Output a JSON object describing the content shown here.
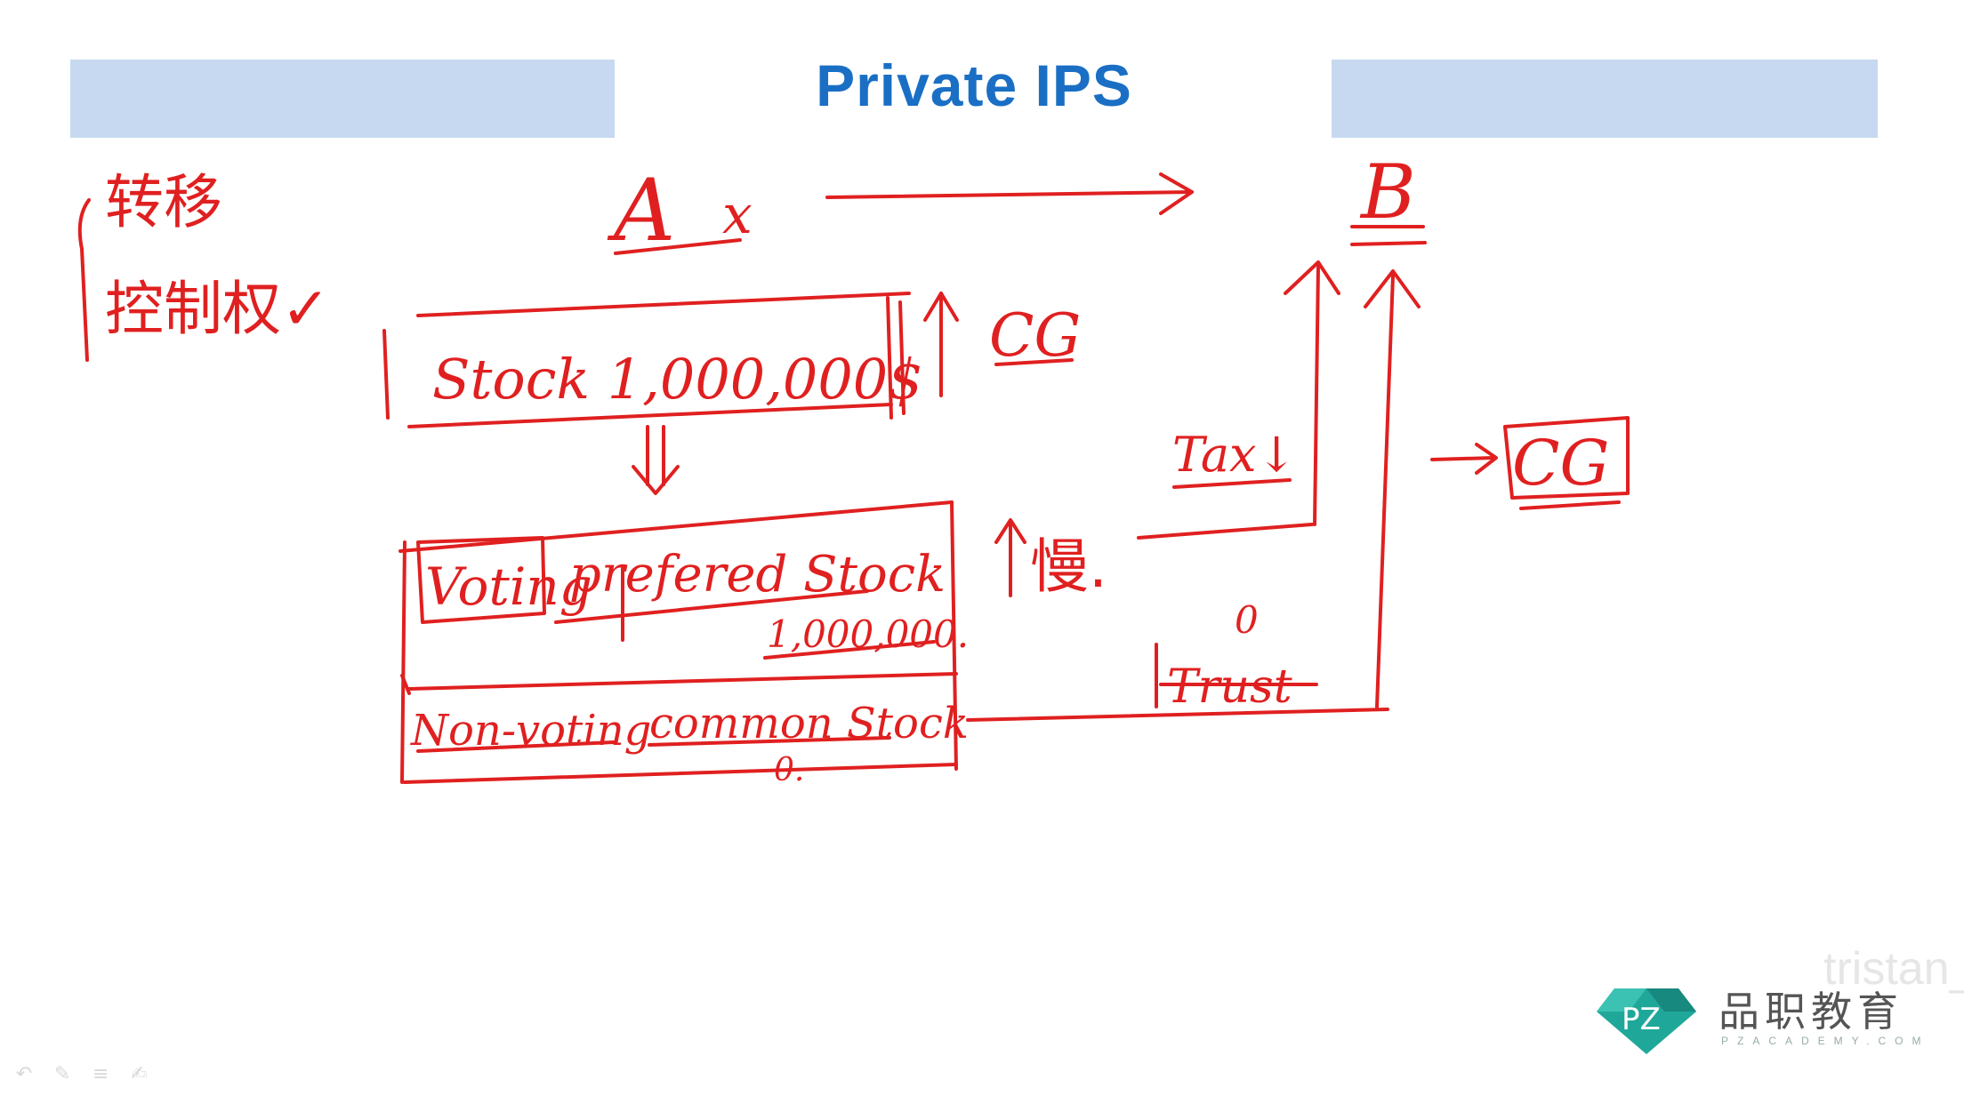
{
  "slide": {
    "title": "Private IPS"
  },
  "annotations": {
    "chinese_1": "转移",
    "chinese_2": "控制权✓",
    "party_a": "A",
    "cross_mark": "x",
    "party_b": "B",
    "stock_box": "Stock  1,000,000$",
    "cg_top": "CG",
    "voting": "Voting",
    "preferred": "prefered Stock",
    "preferred_amount": "1,000,000.",
    "non_voting": "Non-voting",
    "common": "common Stock",
    "common_value": "0.",
    "slow_mark": "慢.",
    "tax": "Tax↓",
    "zero_mark": "0",
    "trust": "Trust",
    "cg_right": "CG"
  },
  "logo": {
    "name": "品职教育",
    "subtitle": "PZACADEMY.COM",
    "mark": "PZ"
  },
  "watermark": "tristan_",
  "colors": {
    "ink": "#e02020",
    "title": "#1a6fc4",
    "banner": "#c6d9f0",
    "logo_teal": "#1fa89a"
  },
  "icons": [
    "undo-icon",
    "pen-icon",
    "menu-icon",
    "annotation-icon"
  ]
}
